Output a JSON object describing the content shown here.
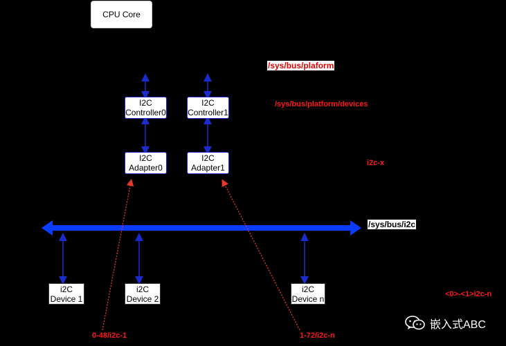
{
  "cpu": {
    "label": "CPU Core"
  },
  "controllers": [
    {
      "line1": "I2C",
      "line2": "Controller0"
    },
    {
      "line1": "I2C",
      "line2": "Controller1"
    }
  ],
  "adapters": [
    {
      "line1": "I2C",
      "line2": "Adapter0"
    },
    {
      "line1": "I2C",
      "line2": "Adapter1"
    }
  ],
  "devices": [
    {
      "line1": "i2C",
      "line2": "Device 1"
    },
    {
      "line1": "i2C",
      "line2": "Device 2"
    },
    {
      "line1": "i2C",
      "line2": "Device n"
    }
  ],
  "labels": {
    "sys_bus_platform": "/sys/bus/plaform",
    "sys_bus_platform_devices": "/sys/bus/platform/devices",
    "i2c_x": "i2c-x",
    "sys_bus_i2c": "/sys/bus/i2c",
    "dev_range": "<0>-<1>i2c-n",
    "adapter0_path": "0-48/i2c-1",
    "adapter1_path": "1-72/i2c-n"
  },
  "watermark": {
    "text": "嵌入式ABC",
    "icon": "wechat-icon"
  },
  "colors": {
    "bus": "#0a3cff",
    "link": "#1a2ccc",
    "dotted": "#e83a2a",
    "background": "#000000"
  }
}
